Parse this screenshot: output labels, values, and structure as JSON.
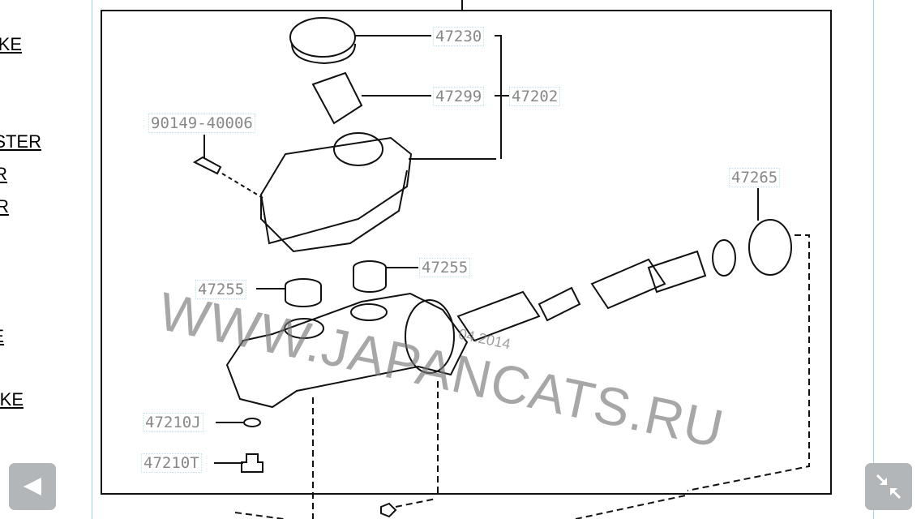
{
  "sidebar": {
    "links": [
      "KE",
      "STER",
      "R",
      "R",
      "E",
      "KE"
    ]
  },
  "diagram": {
    "labels": {
      "cap": "47230",
      "strainer": "47299",
      "reservoir_assy": "47202",
      "screw": "90149-40006",
      "grommet_right": "47255",
      "grommet_left": "47255",
      "piston_seal": "47265",
      "gasket": "47210J",
      "union": "47210T"
    },
    "watermark": "WWW.JAPANCATS.RU",
    "watermark_date": "04.2014"
  },
  "controls": {
    "back_icon": "triangle-left-icon",
    "collapse_icon": "collapse-arrows-icon"
  }
}
